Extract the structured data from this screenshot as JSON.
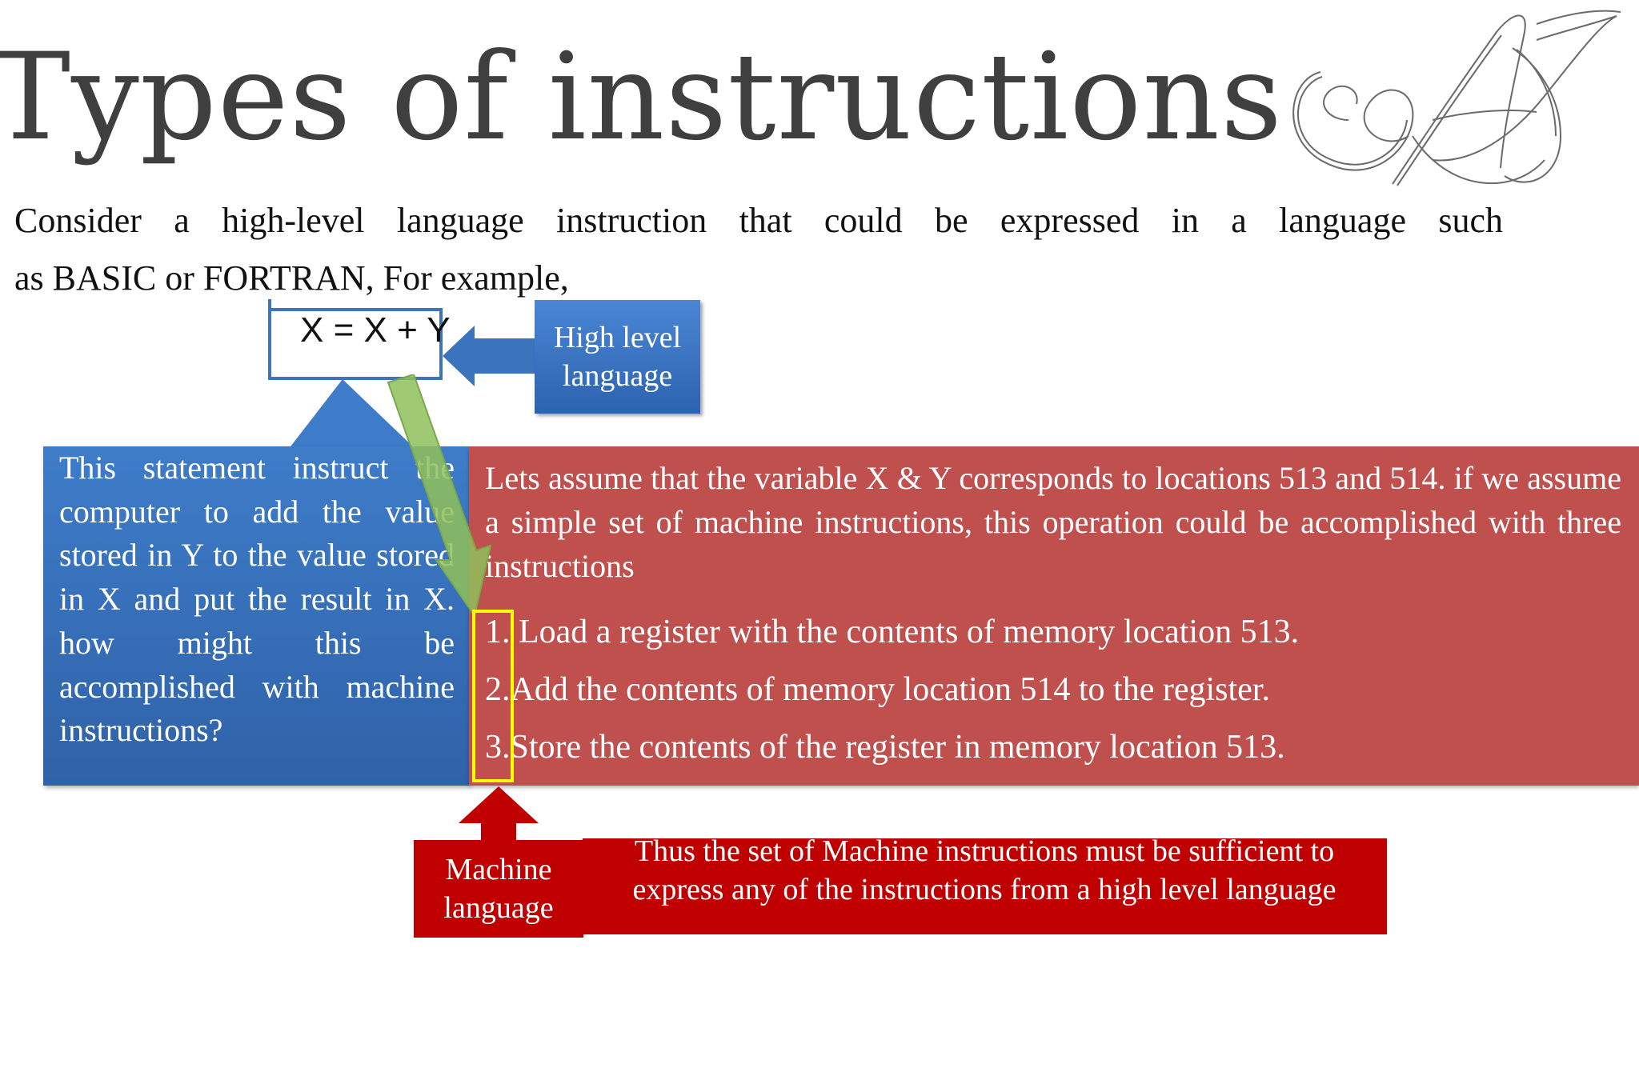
{
  "slide": {
    "title": "Types of instructions",
    "intro_line1": "Consider a high-level language instruction that could be expressed in a language such",
    "intro_line2": "as BASIC or FORTRAN, For example,",
    "equation": "X = X + Y",
    "high_level_label": [
      "High level",
      "language"
    ],
    "blue_note": "This statement instruct the computer to add the value stored in Y to the value stored in X and put the result in X. how might this be accomplished with machine instructions?",
    "red_paragraph": "Lets assume that the variable X & Y corresponds to locations 513 and 514. if we assume a simple set of machine instructions, this operation could be accomplished with three instructions",
    "steps": [
      "1. Load a register with the contents of memory location 513.",
      "2.Add the contents of memory location 514 to the register.",
      "3.Store the contents of the register in memory location 513."
    ],
    "machine_label": [
      "Machine",
      "language"
    ],
    "conclusion": "Thus the set of Machine instructions must be sufficient to express any of the instructions from a high level language"
  },
  "logo": {
    "text": "AJ",
    "icon": "aj-monogram-logo"
  },
  "colors": {
    "title": "#3f3f3f",
    "blue": "#3b73bd",
    "red_panel": "#bf504d",
    "dark_red": "#c00000",
    "yellow_outline": "#ffff00",
    "green_arrow": "#8fc05a"
  }
}
